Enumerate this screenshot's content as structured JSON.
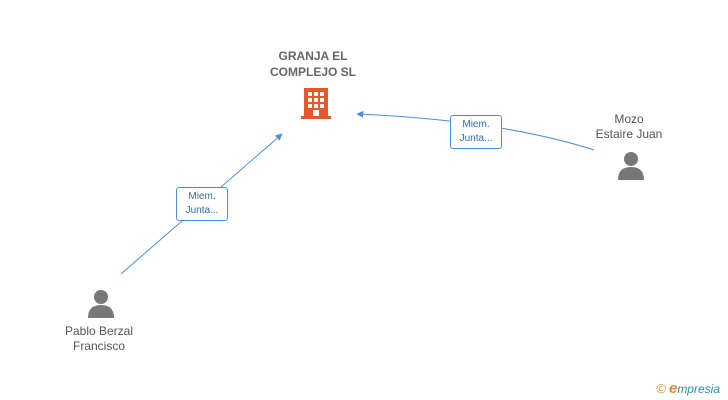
{
  "company": {
    "name": "GRANJA EL\nCOMPLEJO  SL",
    "icon": "building-icon",
    "color": "#e8572a"
  },
  "people": [
    {
      "id": "pablo",
      "name": "Pablo Berzal\nFrancisco",
      "icon": "person-icon"
    },
    {
      "id": "mozo",
      "name": "Mozo\nEstaire Juan",
      "icon": "person-icon"
    }
  ],
  "edges": [
    {
      "from": "pablo",
      "to": "company",
      "label": "Miem.\nJunta..."
    },
    {
      "from": "mozo",
      "to": "company",
      "label": "Miem.\nJunta..."
    }
  ],
  "colors": {
    "edge": "#4a90d9",
    "person": "#777777",
    "label_text": "#2f6fb0"
  },
  "footer": {
    "copyright_symbol": "©",
    "brand_initial": "e",
    "brand_rest": "mpresia"
  }
}
